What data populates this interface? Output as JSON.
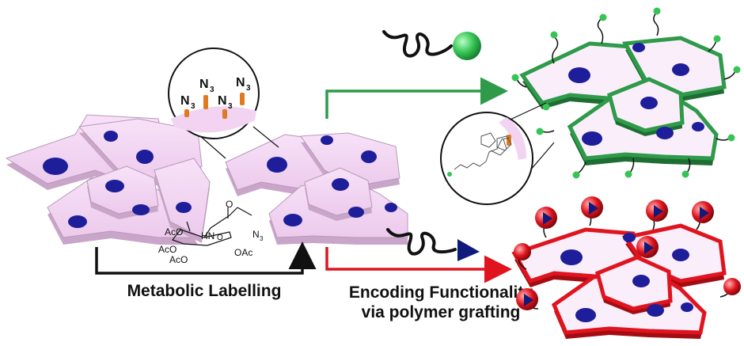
{
  "labels": {
    "step1": "Metabolic Labelling",
    "step2_line1": "Encoding Functionality",
    "step2_line2": "via polymer grafting"
  },
  "azide": {
    "groups": [
      {
        "n": "N",
        "sub": "3"
      },
      {
        "n": "N",
        "sub": "3"
      },
      {
        "n": "N",
        "sub": "3"
      },
      {
        "n": "N",
        "sub": "3"
      }
    ]
  },
  "sugar": {
    "aco_1": "AcO",
    "aco_2": "AcO",
    "aco_3": "AcO",
    "oac": "OAc",
    "hn": "HN",
    "n3": "N",
    "n3_sub": "3",
    "o_carbonyl": "O",
    "o_ring": "O"
  },
  "colors": {
    "cell": "#f2d4f2",
    "cell_edge": "#b898b8",
    "nucleus": "#1e1e9a",
    "green": "#2e9a4a",
    "green_bead": "#36c455",
    "red": "#e0141e",
    "dark_blue": "#0f1a7a"
  }
}
